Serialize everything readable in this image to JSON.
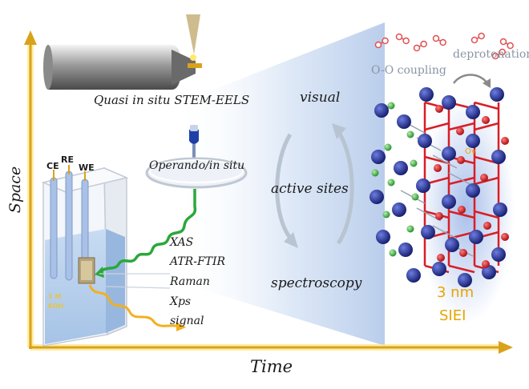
{
  "axes": {
    "x_label": "Time",
    "y_label": "Space"
  },
  "stem": {
    "label": "Quasi in situ STEM-EELS"
  },
  "operando": {
    "label": "Operando/in situ"
  },
  "cell": {
    "electrodes": [
      "CE",
      "RE",
      "WE"
    ],
    "electrolyte_line1": "1 M",
    "electrolyte_line2": "KOH"
  },
  "techniques": [
    "XAS",
    "ATR-FTIR",
    "Raman",
    "Xps",
    "signal"
  ],
  "cycle": {
    "top": "visual",
    "center": "active sites",
    "bottom": "spectroscopy"
  },
  "mechanism": {
    "step1": "O-O coupling",
    "step2": "deprotonation",
    "vacancy": "Ov"
  },
  "layer": {
    "thickness": "3 nm",
    "name": "SIEI"
  },
  "colors": {
    "axis": "#d9a21b",
    "glow": "#ffd23f",
    "wave": "#2aa83a",
    "co_atom": "#1f2f9e",
    "o_atom": "#d81f26",
    "dopant": "#3bb44a",
    "layer_text": "#e8a400"
  }
}
